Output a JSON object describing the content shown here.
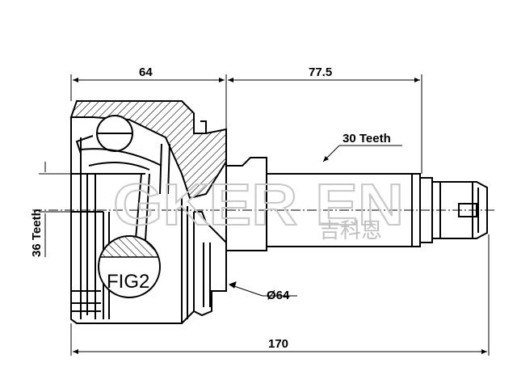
{
  "dimensions": {
    "outer_length": "64",
    "shaft_length": "77.5",
    "total_length": "170",
    "outer_spline": "30 Teeth",
    "inner_spline": "36 Teeth",
    "abs_diameter": "Ø64"
  },
  "figure_label": "FIG2",
  "watermark": {
    "brand": "GKER EN",
    "chinese": "吉科恩"
  },
  "colors": {
    "line": "#000000",
    "watermark": "#c8c8c8"
  }
}
